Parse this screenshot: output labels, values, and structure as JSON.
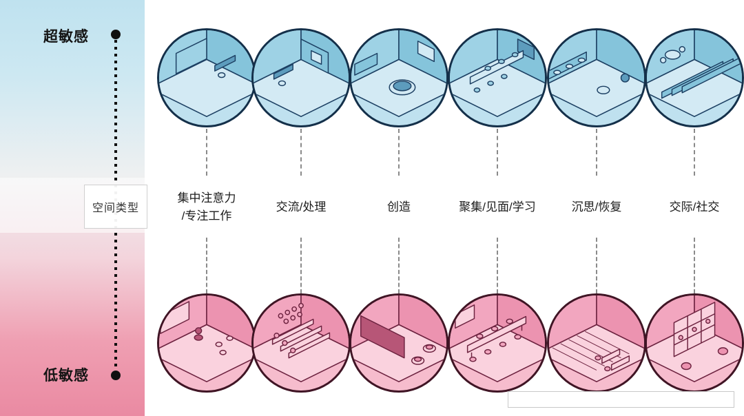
{
  "axis": {
    "top_label": "超敏感",
    "bottom_label": "低敏感"
  },
  "type_box_label": "空间类型",
  "columns": [
    {
      "label_line1": "集中注意力",
      "label_line2": "/专注工作",
      "top_icon": "focus-work-room-icon",
      "bottom_icon": "presentation-room-icon"
    },
    {
      "label_line1": "交流/处理",
      "label_line2": "",
      "top_icon": "exchange-room-icon",
      "bottom_icon": "open-office-room-icon"
    },
    {
      "label_line1": "创造",
      "label_line2": "",
      "top_icon": "creation-room-icon",
      "bottom_icon": "media-room-icon"
    },
    {
      "label_line1": "聚集/见面/学习",
      "label_line2": "",
      "top_icon": "meeting-room-icon",
      "bottom_icon": "long-table-room-icon"
    },
    {
      "label_line1": "沉思/恢复",
      "label_line2": "",
      "top_icon": "reflection-room-icon",
      "bottom_icon": "rest-room-icon"
    },
    {
      "label_line1": "交际/社交",
      "label_line2": "",
      "top_icon": "social-stairs-room-icon",
      "bottom_icon": "lounge-shelves-room-icon"
    }
  ],
  "colors": {
    "band_top": "#c0e2f0",
    "band_bottom": "#ec8aa2",
    "blue_circle_fill": "#bfe1ef",
    "pink_circle_fill": "#f6bccd",
    "dashed_line": "#8a8a8a"
  }
}
